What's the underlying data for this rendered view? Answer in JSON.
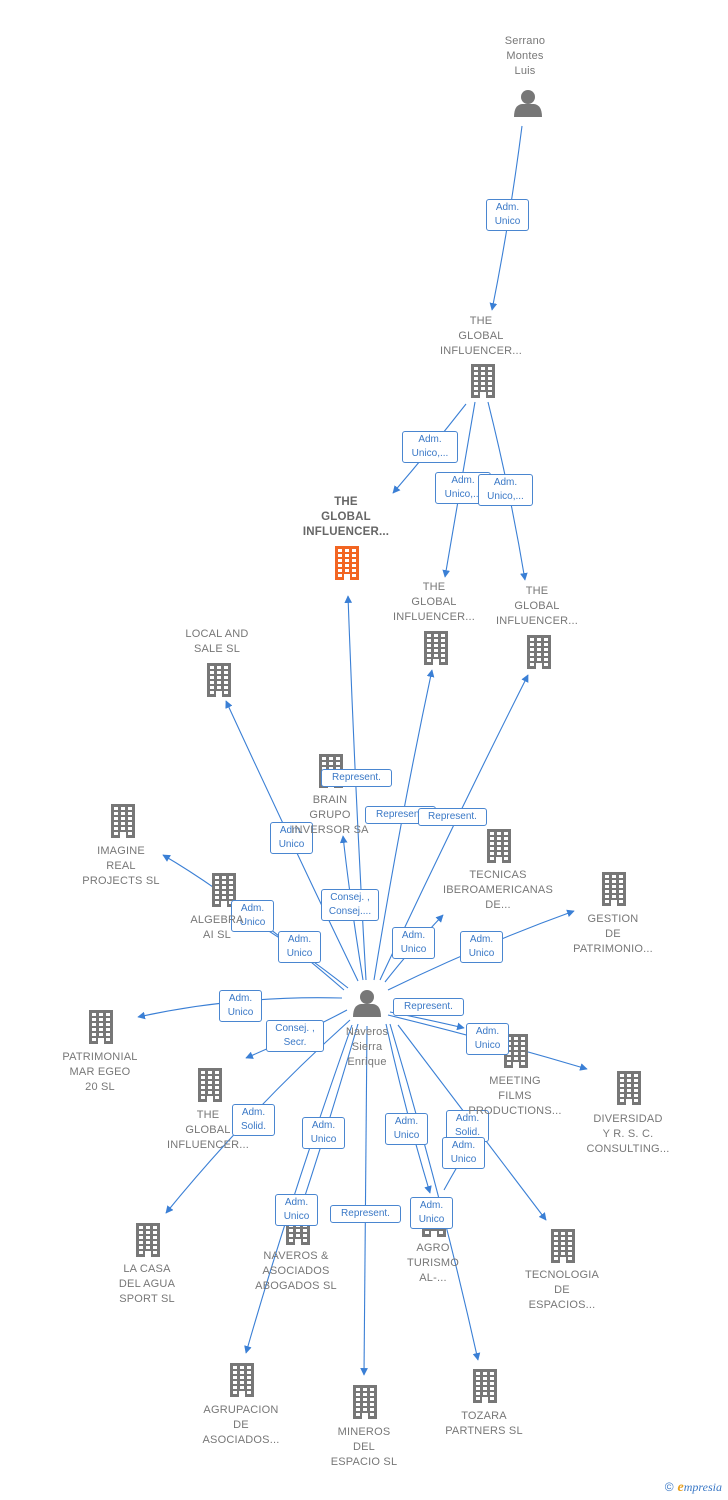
{
  "colors": {
    "edge": "#3a7fd5",
    "icon": "#777777",
    "main_icon": "#f26522"
  },
  "nodes": [
    {
      "id": "serrano",
      "label": "Serrano\nMontes\nLuis",
      "type": "person"
    },
    {
      "id": "tgi_top",
      "label": "THE\nGLOBAL\nINFLUENCER...",
      "type": "company"
    },
    {
      "id": "tgi_main",
      "label": "THE\nGLOBAL\nINFLUENCER...",
      "type": "company",
      "main": true
    },
    {
      "id": "tgi_mid",
      "label": "THE\nGLOBAL\nINFLUENCER...",
      "type": "company"
    },
    {
      "id": "tgi_right",
      "label": "THE\nGLOBAL\nINFLUENCER...",
      "type": "company"
    },
    {
      "id": "local",
      "label": "LOCAL AND\nSALE SL",
      "type": "company"
    },
    {
      "id": "brain",
      "label": "BRAIN\nGRUPO\nINVERSOR SA",
      "type": "company"
    },
    {
      "id": "imagine",
      "label": "IMAGINE\nREAL\nPROJECTS  SL",
      "type": "company"
    },
    {
      "id": "algebra",
      "label": "ALGEBRA\nAI  SL",
      "type": "company"
    },
    {
      "id": "tecnicas",
      "label": "TECNICAS\nIBEROAMERICANAS\nDE...",
      "type": "company"
    },
    {
      "id": "gestion",
      "label": "GESTION\nDE\nPATRIMONIO...",
      "type": "company"
    },
    {
      "id": "naveros",
      "label": "Naveros\nSierra\nEnrique",
      "type": "person"
    },
    {
      "id": "patrimonial",
      "label": "PATRIMONIAL\nMAR EGEO\n20  SL",
      "type": "company"
    },
    {
      "id": "tgi_low",
      "label": "THE\nGLOBAL\nINFLUENCER...",
      "type": "company"
    },
    {
      "id": "meeting",
      "label": "MEETING\nFILMS\nPRODUCTIONS...",
      "type": "company"
    },
    {
      "id": "diversidad",
      "label": "DIVERSIDAD\nY R.  S. C.\nCONSULTING...",
      "type": "company"
    },
    {
      "id": "lacasa",
      "label": "LA CASA\nDEL AGUA\nSPORT  SL",
      "type": "company"
    },
    {
      "id": "nav_abog",
      "label": "NAVEROS &\nASOCIADOS\nABOGADOS  SL",
      "type": "company"
    },
    {
      "id": "agro",
      "label": "AGRO\nTURISMO\nAL-...",
      "type": "company"
    },
    {
      "id": "tecnologia",
      "label": "TECNOLOGIA\nDE\nESPACIOS...",
      "type": "company"
    },
    {
      "id": "agrupacion",
      "label": "AGRUPACION\nDE\nASOCIADOS...",
      "type": "company"
    },
    {
      "id": "mineros",
      "label": "MINEROS\nDEL\nESPACIO  SL",
      "type": "company"
    },
    {
      "id": "tozara",
      "label": "TOZARA\nPARTNERS  SL",
      "type": "company"
    }
  ],
  "edges": [
    {
      "from": "serrano",
      "to": "tgi_top",
      "label": "Adm.\nUnico"
    },
    {
      "from": "tgi_top",
      "to": "tgi_main",
      "label": "Adm.\nUnico,..."
    },
    {
      "from": "tgi_top",
      "to": "tgi_mid",
      "label": "Adm.\nUnico,..."
    },
    {
      "from": "tgi_top",
      "to": "tgi_right",
      "label": "Adm.\nUnico,..."
    },
    {
      "from": "naveros",
      "to": "tgi_main",
      "label": "Represent."
    },
    {
      "from": "naveros",
      "to": "tgi_mid",
      "label": "Represent."
    },
    {
      "from": "naveros",
      "to": "tgi_right",
      "label": "Represent."
    },
    {
      "from": "naveros",
      "to": "local",
      "label": "Adm.\nUnico"
    },
    {
      "from": "naveros",
      "to": "brain",
      "label": "Consej. ,\nConsej...."
    },
    {
      "from": "naveros",
      "to": "imagine",
      "label": "Adm.\nUnico"
    },
    {
      "from": "naveros",
      "to": "algebra",
      "label": "Adm.\nUnico"
    },
    {
      "from": "naveros",
      "to": "tecnicas",
      "label": "Adm.\nUnico"
    },
    {
      "from": "naveros",
      "to": "gestion",
      "label": "Adm.\nUnico"
    },
    {
      "from": "naveros",
      "to": "patrimonial",
      "label": "Adm.\nUnico"
    },
    {
      "from": "naveros",
      "to": "tgi_low",
      "label": "Consej. ,\nSecr."
    },
    {
      "from": "naveros",
      "to": "meeting",
      "label": "Represent."
    },
    {
      "from": "naveros",
      "to": "diversidad",
      "label": "Adm.\nUnico"
    },
    {
      "from": "naveros",
      "to": "lacasa",
      "label": "Adm.\nSolid."
    },
    {
      "from": "naveros",
      "to": "nav_abog",
      "label": "Adm.\nUnico"
    },
    {
      "from": "naveros",
      "to": "agrupacion",
      "label": "Adm.\nUnico"
    },
    {
      "from": "naveros",
      "to": "mineros",
      "label": "Represent."
    },
    {
      "from": "naveros",
      "to": "agro",
      "label": "Adm.\nUnico"
    },
    {
      "from": "naveros",
      "to": "tozara",
      "label": "Adm.\nUnico"
    },
    {
      "from": "naveros",
      "to": "tecnologia",
      "label": "Adm.\nSolid."
    },
    {
      "from": "agro",
      "to": "tecnologia",
      "label": "Adm.\nUnico"
    }
  ],
  "footer": {
    "copyright": "©",
    "brand_initial": "e",
    "brand_rest": "mpresia"
  }
}
